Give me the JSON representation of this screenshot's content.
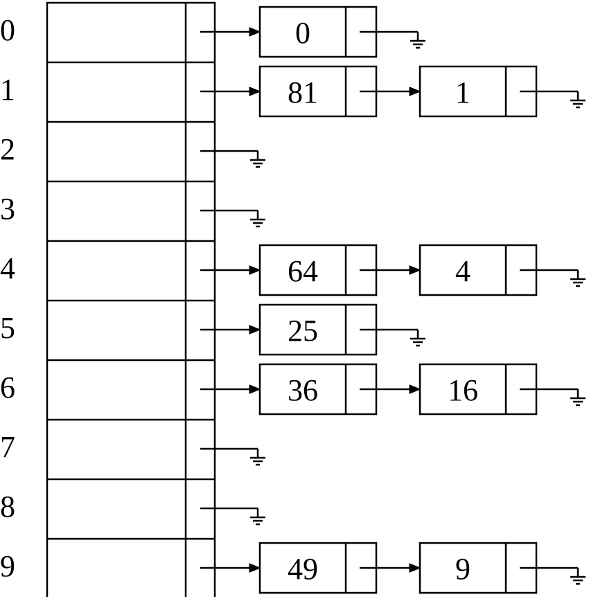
{
  "buckets": [
    {
      "index": "0",
      "chain": [
        "0"
      ]
    },
    {
      "index": "1",
      "chain": [
        "81",
        "1"
      ]
    },
    {
      "index": "2",
      "chain": []
    },
    {
      "index": "3",
      "chain": []
    },
    {
      "index": "4",
      "chain": [
        "64",
        "4"
      ]
    },
    {
      "index": "5",
      "chain": [
        "25"
      ]
    },
    {
      "index": "6",
      "chain": [
        "36",
        "16"
      ]
    },
    {
      "index": "7",
      "chain": []
    },
    {
      "index": "8",
      "chain": []
    },
    {
      "index": "9",
      "chain": [
        "49",
        "9"
      ]
    }
  ],
  "colors": {
    "line": "#000000",
    "background": "#ffffff"
  }
}
